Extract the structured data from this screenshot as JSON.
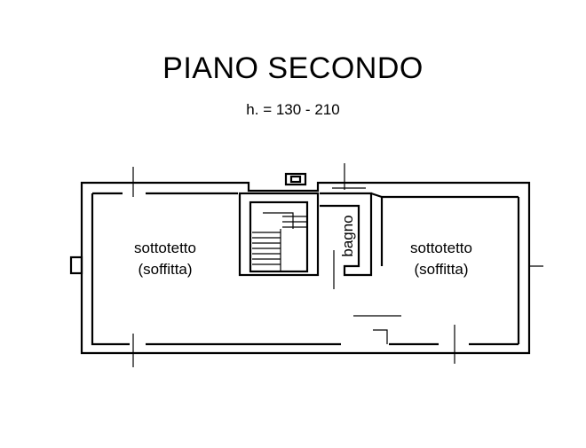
{
  "header": {
    "title": "PIANO SECONDO",
    "subtitle": "h. = 130 - 210"
  },
  "rooms": {
    "left_line1": "sottotetto",
    "left_line2": "(soffitta)",
    "right_line1": "sottotetto",
    "right_line2": "(soffitta)",
    "bath": "bagno"
  }
}
